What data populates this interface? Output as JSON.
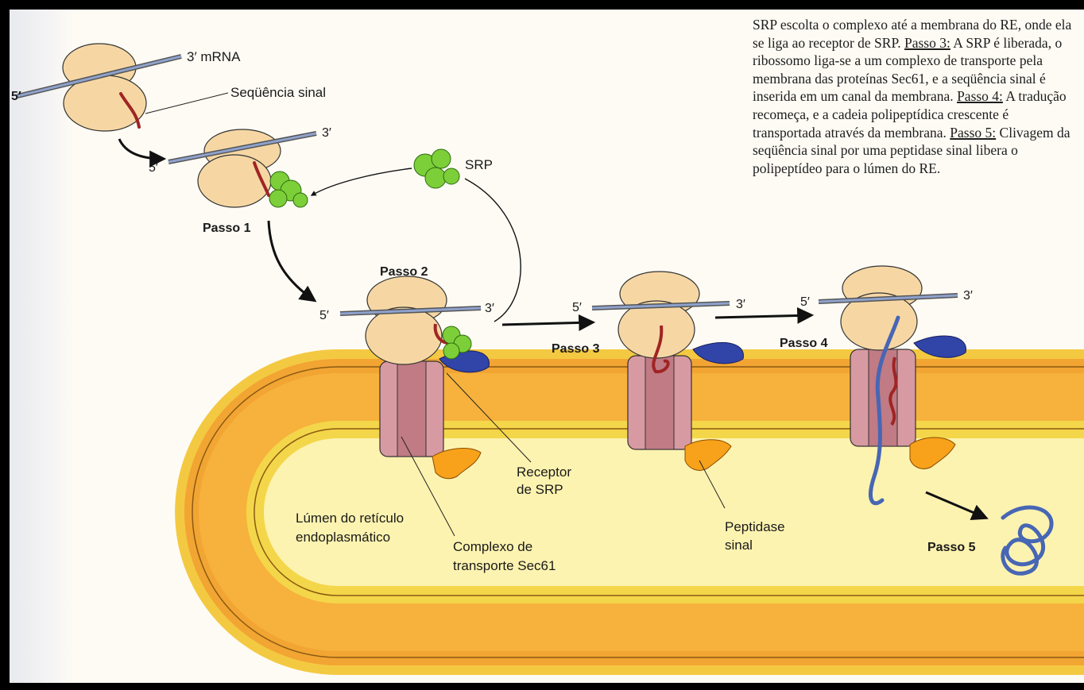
{
  "caption": {
    "intro": "SRP escolta o complexo até a membrana do RE, onde ela se liga ao receptor de SRP.",
    "step3_label": "Passo 3:",
    "step3_text": "A SRP é liberada, o ribossomo liga-se a um complexo de transporte pela membrana das proteínas Sec61, e a seqüência sinal é inserida em um canal da membrana.",
    "step4_label": "Passo 4:",
    "step4_text": "A tradução recomeça, e a cadeia polipeptídica crescente é transportada através da membrana.",
    "step5_label": "Passo 5:",
    "step5_text": "Clivagem da seqüência sinal por uma peptidase sinal libera o polipeptídeo para o lúmen do RE."
  },
  "labels": {
    "mrna": "3′ mRNA",
    "signal_sequence": "Seqüência sinal",
    "srp": "SRP",
    "step1": "Passo 1",
    "step2": "Passo 2",
    "step3": "Passo 3",
    "step4": "Passo 4",
    "step5": "Passo 5",
    "five_prime": "5′",
    "three_prime": "3′",
    "srp_receptor_l1": "Receptor",
    "srp_receptor_l2": "de SRP",
    "lumen_l1": "Lúmen do retículo",
    "lumen_l2": "endoplasmático",
    "sec61_l1": "Complexo de",
    "sec61_l2": "transporte Sec61",
    "peptidase_l1": "Peptidase",
    "peptidase_l2": "sinal"
  },
  "colors": {
    "ribosome": "#f6d7a4",
    "mrna": "#6f84b0",
    "signal_seq": "#a02424",
    "srp": "#7ccf38",
    "receptor": "#3144a8",
    "sec61": "#d89aa2",
    "peptidase": "#f7a21a",
    "er_outer": "#f1a43a",
    "er_membrane": "#f4d13a",
    "er_lumen": "#fdf3b0",
    "polypeptide": "#4766b4"
  }
}
